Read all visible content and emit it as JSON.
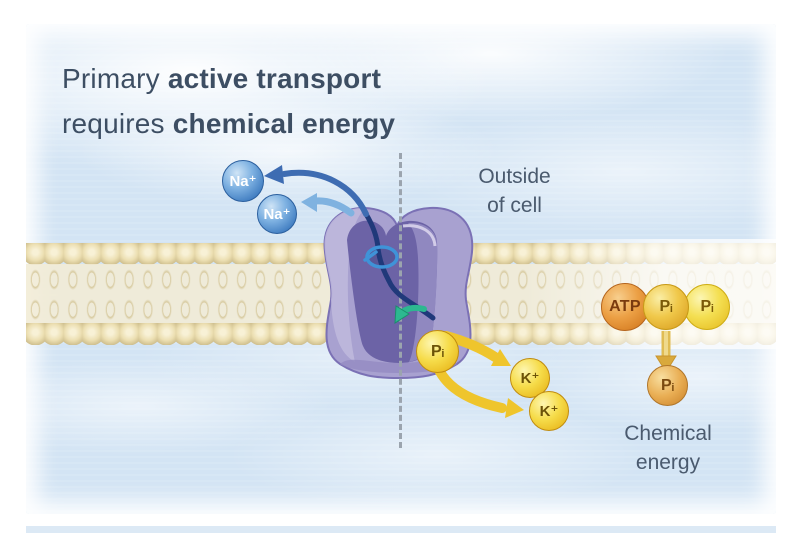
{
  "title": {
    "l1_regular": "Primary ",
    "l1_bold": "active transport",
    "l2_regular": "requires ",
    "l2_bold": "chemical energy"
  },
  "labels": {
    "outside": {
      "line1": "Outside",
      "line2": "of cell"
    },
    "chemical_energy": {
      "line1": "Chemical",
      "line2": "energy"
    }
  },
  "ions": {
    "na1": "Na⁺",
    "na2": "Na⁺",
    "k1": "K⁺",
    "k2": "K⁺",
    "p_transported": "Pᵢ",
    "atp": "ATP",
    "p_bound1": "Pᵢ",
    "p_bound2": "Pᵢ",
    "p_released": "Pᵢ"
  },
  "icons": [
    "transport-protein-icon",
    "phospholipid-bilayer",
    "sodium-export-arrow-icon",
    "sodium-export-arrow-2-icon",
    "phosphate-release-arrow-icon",
    "potassium-import-arrow-icon",
    "potassium-import-arrow-2-icon",
    "atp-hydrolysis-arrow-icon",
    "conformation-loop-icon",
    "cell-boundary-dashed-line"
  ],
  "colors": {
    "title_text": "#3d4e63",
    "label_text": "#4a5a6e",
    "background_blue": "#d3e4f4",
    "membrane_head_cream": "#ecdfb2",
    "protein_purple": "#a8a1d0",
    "protein_cavity_purple": "#6c63a6",
    "sodium_blue": "#3f7cc0",
    "potassium_yellow": "#f6dc4a",
    "atp_orange": "#d67d22",
    "phosphate_released_tan": "#e9ae54",
    "arrow_navy": "#3e6cb2",
    "arrow_light_blue": "#7fb2e0",
    "arrow_yellow": "#efc52c",
    "arrow_green": "#2db890",
    "dashed_line_gray": "#9ba4ae"
  }
}
